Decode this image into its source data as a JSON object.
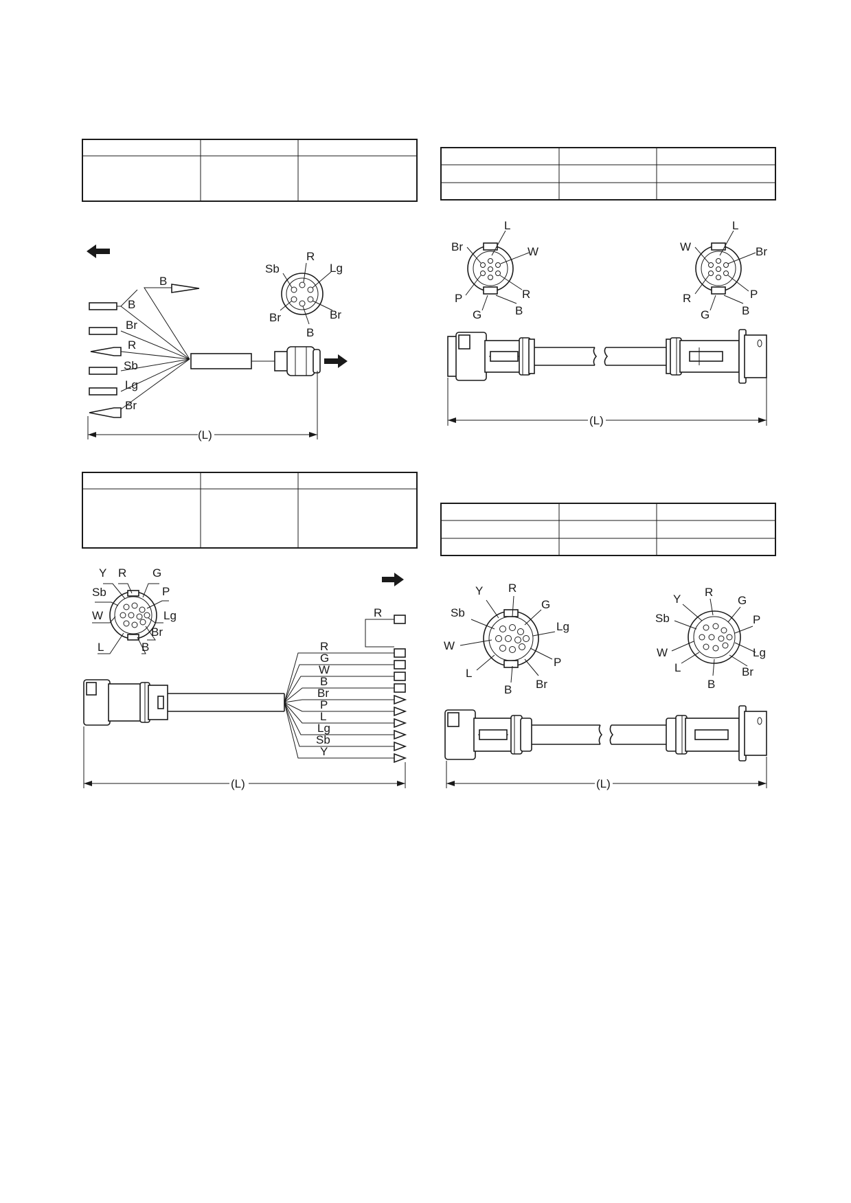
{
  "colors": {
    "ink": "#1a1a1a",
    "paper": "#ffffff"
  },
  "dimension_label": "(L)",
  "panel_top_left": {
    "table": {
      "columns": 3,
      "rows": 1
    },
    "wire_labels": [
      "B",
      "B",
      "Br",
      "R",
      "Sb",
      "Lg",
      "Br"
    ],
    "face_labels": [
      "Sb",
      "R",
      "Lg",
      "Br",
      "B",
      "Br"
    ],
    "arrows": [
      "left",
      "right"
    ]
  },
  "panel_top_right": {
    "table": {
      "columns": 3,
      "rows": 2
    },
    "face_left_labels": [
      "L",
      "Br",
      "W",
      "P",
      "R",
      "G",
      "B"
    ],
    "face_right_labels": [
      "L",
      "W",
      "Br",
      "R",
      "P",
      "G",
      "B"
    ]
  },
  "panel_bottom_left": {
    "table": {
      "columns": 3,
      "rows": 1
    },
    "face_labels": [
      "Y",
      "R",
      "G",
      "Sb",
      "P",
      "W",
      "Lg",
      "Br",
      "L",
      "B"
    ],
    "wire_labels": [
      "R",
      "R",
      "G",
      "W",
      "B",
      "Br",
      "P",
      "L",
      "Lg",
      "Sb",
      "Y"
    ],
    "arrows": [
      "right"
    ]
  },
  "panel_bottom_right": {
    "table": {
      "columns": 3,
      "rows": 2
    },
    "face_left_labels": [
      "Y",
      "R",
      "G",
      "Sb",
      "Lg",
      "W",
      "P",
      "L",
      "B",
      "Br"
    ],
    "face_right_labels": [
      "Y",
      "R",
      "G",
      "Sb",
      "P",
      "W",
      "Lg",
      "L",
      "Br",
      "B"
    ]
  }
}
